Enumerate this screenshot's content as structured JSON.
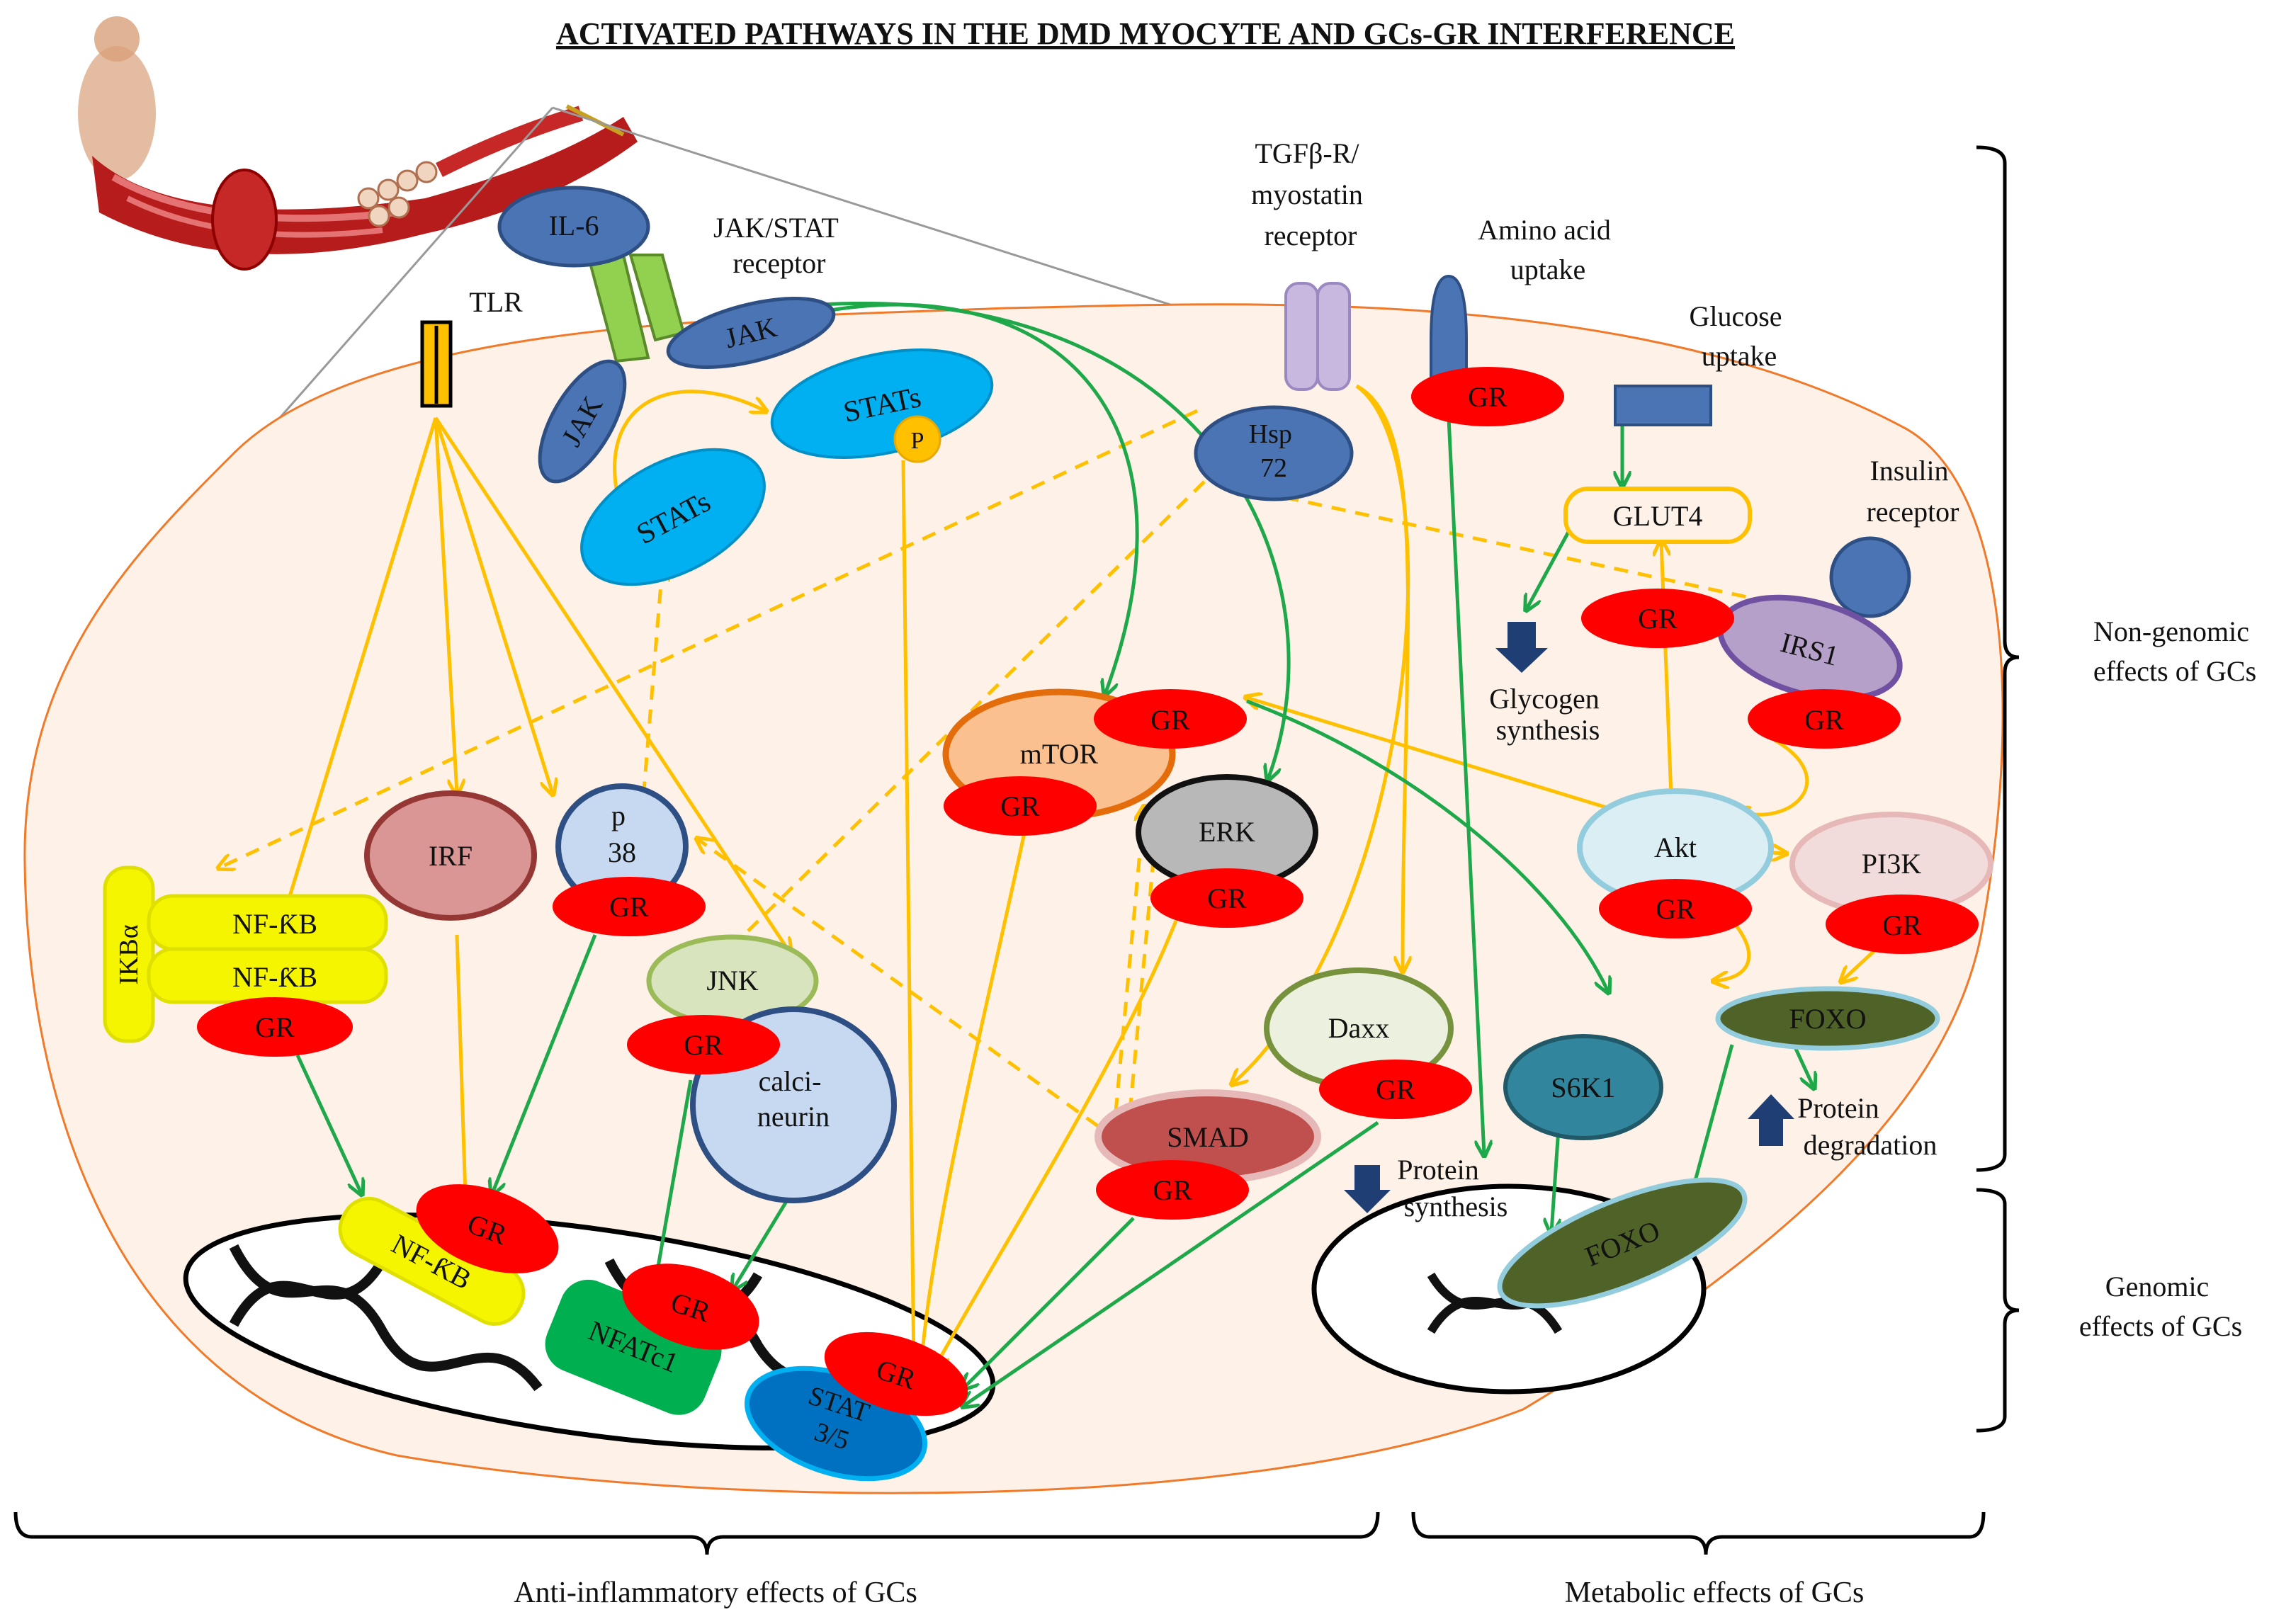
{
  "title": "ACTIVATED PATHWAYS IN THE DMD MYOCYTE AND GCs-GR INTERFERENCE",
  "labels": {
    "il6": "IL-6",
    "jakstat_receptor": [
      "JAK/STAT",
      "receptor"
    ],
    "tlr": "TLR",
    "jak": "JAK",
    "stats": "STATs",
    "p": "P",
    "tgfb_receptor": [
      "TGFβ-R/",
      "myostatin",
      "receptor"
    ],
    "hsp72": [
      "Hsp",
      "72"
    ],
    "amino_acid_uptake": [
      "Amino acid",
      "uptake"
    ],
    "glucose_uptake": [
      "Glucose",
      "uptake"
    ],
    "insulin_receptor": [
      "Insulin",
      "receptor"
    ],
    "glut4": "GLUT4",
    "gr": "GR",
    "irs1": "IRS1",
    "glycogen_synthesis": [
      "Glycogen",
      "synthesis"
    ],
    "mtor": "mTOR",
    "erk": "ERK",
    "akt": "Akt",
    "pi3k": "PI3K",
    "irf": "IRF",
    "p38": [
      "p",
      "38"
    ],
    "ikba": "IKBα",
    "nfkb": "NF-ƘB",
    "jnk": "JNK",
    "calcineurin": [
      "calci-",
      "neurin"
    ],
    "daxx": "Daxx",
    "smad": "SMAD",
    "s6k1": "S6K1",
    "foxo": "FOXO",
    "protein_degradation": [
      "Protein",
      "degradation"
    ],
    "protein_synthesis": [
      "Protein",
      "synthesis"
    ],
    "nfatc1": "NFATc1",
    "stat35": [
      "STAT",
      "3/5"
    ],
    "non_genomic": [
      "Non-genomic",
      "effects of GCs"
    ],
    "genomic": [
      "Genomic",
      "effects of GCs"
    ],
    "anti_inflammatory": "Anti-inflammatory effects of GCs",
    "metabolic": "Metabolic effects of GCs"
  },
  "colors": {
    "cell_fill": "#fdf1e8",
    "cell_border": "#f07a2a",
    "gr_red": "#ff0000",
    "yellow_arrow": "#ffc000",
    "green_arrow": "#1ea84a",
    "dark_blue": "#4a74b4",
    "cyan": "#00b0f0",
    "nfkb_yellow": "#f5f500",
    "foxo_olive": "#4f6228",
    "smad_red": "#c0504d",
    "s6k1_teal": "#31859c",
    "nfatc1_green": "#00b050",
    "stat_blue": "#0070c0",
    "down_arrow_blue": "#1f3f74"
  }
}
